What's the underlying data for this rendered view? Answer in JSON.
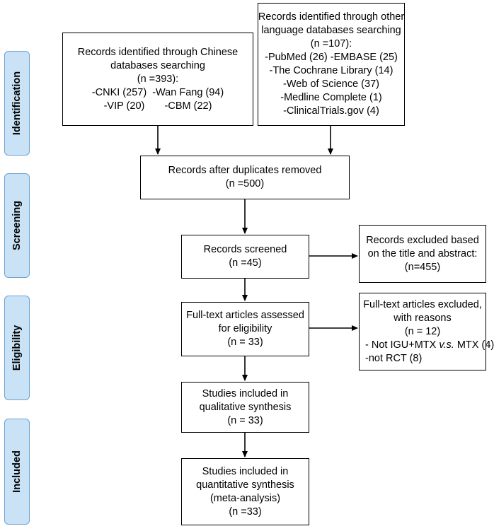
{
  "phases": {
    "identification": "Identification",
    "screening": "Screening",
    "eligibility": "Eligibility",
    "included": "Included"
  },
  "boxes": {
    "chinese_db": {
      "lines": [
        "Records identified through Chinese",
        "databases searching",
        "(n =393):",
        "-CNKI (257)  -Wan Fang (94)",
        "-VIP (20)       -CBM (22)"
      ]
    },
    "other_db": {
      "lines": [
        "Records identified through other",
        "language databases searching",
        "(n =107):",
        "-PubMed (26) -EMBASE (25)",
        "-The Cochrane Library (14)",
        "-Web of Science (37)",
        "-Medline Complete (1)",
        "-ClinicalTrials.gov (4)"
      ]
    },
    "duplicates_removed": {
      "lines": [
        "Records after duplicates removed",
        "(n =500)"
      ]
    },
    "screened": {
      "lines": [
        "Records screened",
        "(n =45)"
      ]
    },
    "excluded_title": {
      "lines": [
        "Records excluded based",
        "on the title and abstract:",
        "(n=455)"
      ]
    },
    "fulltext_assessed": {
      "lines": [
        "Full-text articles assessed",
        "for eligibility",
        "(n = 33)"
      ]
    },
    "fulltext_excluded": {
      "lines": [
        "Full-text articles excluded,",
        "with reasons",
        "(n = 12)"
      ],
      "reason_1_prefix": "- Not IGU+MTX ",
      "reason_1_italic": "v.s.",
      "reason_1_suffix": " MTX (4)",
      "reason_2": "-not RCT (8)"
    },
    "qualitative": {
      "lines": [
        "Studies included in",
        "qualitative synthesis",
        "(n = 33)"
      ]
    },
    "quantitative": {
      "lines": [
        "Studies included in",
        "quantitative synthesis",
        "(meta-analysis)",
        "(n =33)"
      ]
    }
  }
}
